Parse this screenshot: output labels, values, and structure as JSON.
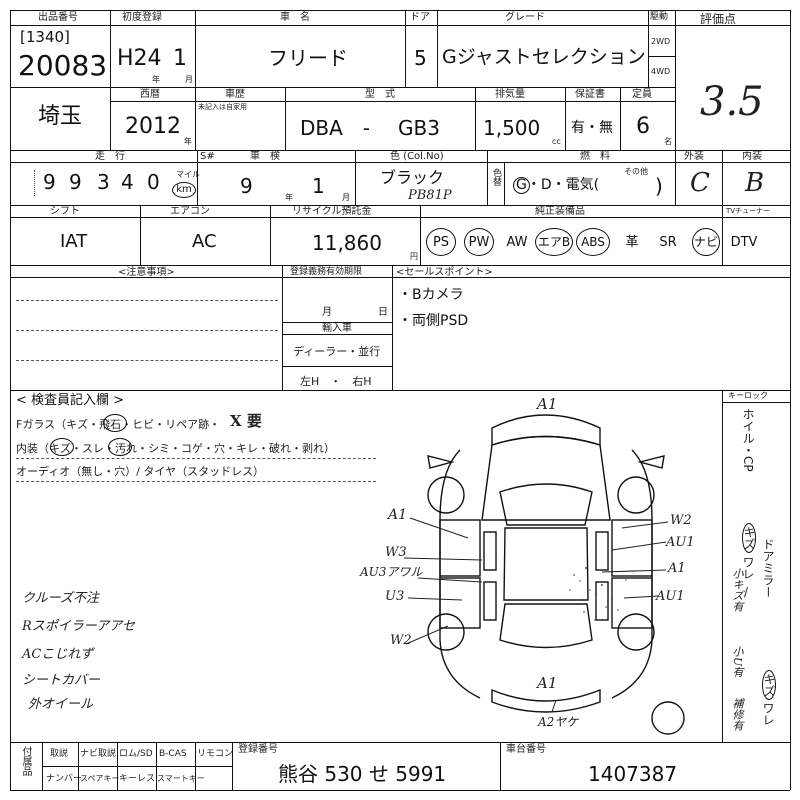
{
  "header": {
    "lot_label": "出品番号",
    "lot_code": "[1340]",
    "lot_number": "20083",
    "first_reg_label": "初度登録",
    "first_reg_era": "H24",
    "first_reg_month": "1",
    "year_unit": "年",
    "month_unit": "月",
    "car_name_label": "車　名",
    "car_name": "フリード",
    "doors_label": "ドア",
    "doors": "5",
    "grade_label": "グレード",
    "grade": "Gジャストセレクション",
    "drive_label": "駆動",
    "drive_2wd": "2WD",
    "drive_4wd": "4WD",
    "score_label": "評価点",
    "score": "3.5"
  },
  "row2": {
    "region": "埼玉",
    "year_label": "西暦",
    "year": "2012",
    "year_unit": "年",
    "history_label": "車歴",
    "history_note": "未記入は自家用",
    "model_label": "型　式",
    "model_prefix": "DBA　-",
    "model_code": "GB3",
    "displacement_label": "排気量",
    "displacement": "1,500",
    "cc": "cc",
    "warranty_label": "保証書",
    "warranty": "有・無",
    "capacity_label": "定員",
    "capacity": "6",
    "capacity_unit": "名"
  },
  "row3": {
    "mileage_label": "走　行",
    "mileage_digits": [
      "9",
      "9",
      "3",
      "4",
      "0"
    ],
    "mile": "マイル",
    "km": "km",
    "inspection_s_label": "S#",
    "inspection_label": "車　検",
    "inspection_year": "9",
    "inspection_month": "1",
    "year_unit": "年",
    "month_unit": "月",
    "color_label": "色 (Col.No)",
    "color": "ブラック",
    "color_code": "PB81P",
    "color_swap": "色替",
    "fuel_label": "燃　料",
    "fuel_options": "G・D・電気(",
    "fuel_other": "その他",
    "fuel_close": ")",
    "exterior_label": "外装",
    "exterior": "C",
    "interior_label": "内装",
    "interior": "B"
  },
  "row4": {
    "shift_label": "シフト",
    "shift": "IAT",
    "ac_label": "エアコン",
    "ac": "AC",
    "recycle_label": "リサイクル預託金",
    "recycle": "11,860",
    "yen": "円",
    "equipment_label": "純正装備品",
    "equipment": [
      {
        "label": "PS",
        "circled": true
      },
      {
        "label": "PW",
        "circled": true
      },
      {
        "label": "AW",
        "circled": false
      },
      {
        "label": "エアB",
        "circled": true
      },
      {
        "label": "ABS",
        "circled": true
      },
      {
        "label": "革",
        "circled": false
      },
      {
        "label": "SR",
        "circled": false
      },
      {
        "label": "ナビ",
        "circled": true
      },
      {
        "label": "DTV",
        "circled": false
      }
    ],
    "tv_tuner_label": "TVチューナー"
  },
  "row5": {
    "caution_label": "<注意事項>",
    "reg_expiry_label": "登録義務有効期限",
    "month": "月",
    "day": "日",
    "import_label": "輸入車",
    "import_type": "ディーラー・並行",
    "handle": "左H　・　右H",
    "sales_label": "<セールスポイント>",
    "sales_points": [
      "・Bカメラ",
      "・両側PSD"
    ]
  },
  "inspector": {
    "title": "< 検査員記入欄 >",
    "line1": "Fガラス（キズ・飛石・ヒビ・リペア跡・",
    "line1_hw": "X 要",
    "line2": "内装（キズ・スレ・汚れ・シミ・コゲ・穴・キレ・破れ・剥れ）",
    "line3": "オーディオ（無し・穴）/ タイヤ（スタッドレス）",
    "notes": [
      "クルーズ不注",
      "Rスポイラーアアセ",
      "ACこじれず",
      "シートカバー",
      "外オイール"
    ]
  },
  "diagram": {
    "marks": [
      {
        "label": "A1"
      },
      {
        "label": "A1"
      },
      {
        "label": "W3"
      },
      {
        "label": "AU3アワル"
      },
      {
        "label": "U3"
      },
      {
        "label": "W2"
      },
      {
        "label": "W2"
      },
      {
        "label": "AU1"
      },
      {
        "label": "A1"
      },
      {
        "label": "AU1"
      },
      {
        "label": "A1"
      },
      {
        "label": "A2ヤケ"
      }
    ],
    "keylock_label": "キーロック",
    "side_text": [
      "ホイル・CP",
      "キズ",
      "ワレ",
      "/",
      "ドアミラー",
      "キズ",
      "ワレ"
    ],
    "side_marks": [
      "小キズ有",
      "小U有",
      "補修有"
    ]
  },
  "footer": {
    "accessory_label": "付属品",
    "items_top": [
      "取説",
      "ナビ取説",
      "ロム/SD",
      "B-CAS",
      "リモコン"
    ],
    "items_bottom": [
      "ナンバー",
      "スペアキー",
      "キーレス",
      "スマートキー"
    ],
    "reg_no_label": "登録番号",
    "reg_no": "熊谷 530 せ 5991",
    "chassis_label": "車台番号",
    "chassis": "1407387"
  }
}
